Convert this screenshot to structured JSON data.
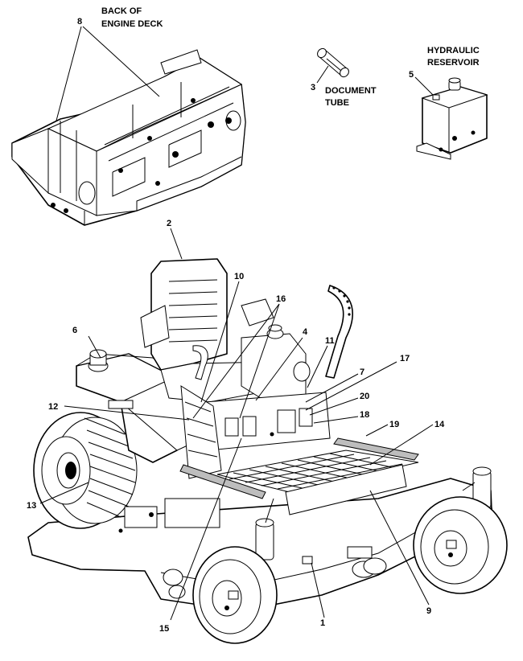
{
  "callouts": {
    "c1": "1",
    "c2": "2",
    "c3": "3",
    "c4": "4",
    "c5": "5",
    "c6": "6",
    "c7": "7",
    "c8": "8",
    "c9": "9",
    "c10": "10",
    "c11": "11",
    "c12": "12",
    "c13": "13",
    "c14": "14",
    "c15": "15",
    "c16": "16",
    "c18": "18",
    "c19": "19",
    "c20": "20",
    "c17": "17"
  },
  "captions": {
    "back_line1": "BACK OF",
    "back_line2": "ENGINE DECK",
    "doc_line1": "DOCUMENT",
    "doc_line2": "TUBE",
    "hyd_line1": "HYDRAULIC",
    "hyd_line2": "RESERVOIR"
  }
}
